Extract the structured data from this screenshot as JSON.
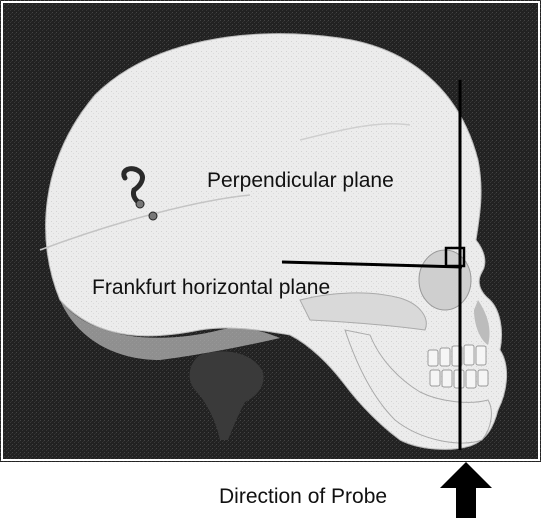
{
  "labels": {
    "perpendicular": "Perpendicular plane",
    "frankfurt": "Frankfurt horizontal plane",
    "probe": "Direction of Probe"
  },
  "colors": {
    "background_photo": "#1e1e1e",
    "skull": "#eeeeee",
    "skull_shadow": "#9a9a9a",
    "lines": "#000000",
    "page": "#ffffff"
  },
  "icons": {
    "probe_arrow": "up-arrow-icon",
    "right_angle": "right-angle-marker-icon",
    "marker": "reference-marker-icon"
  }
}
